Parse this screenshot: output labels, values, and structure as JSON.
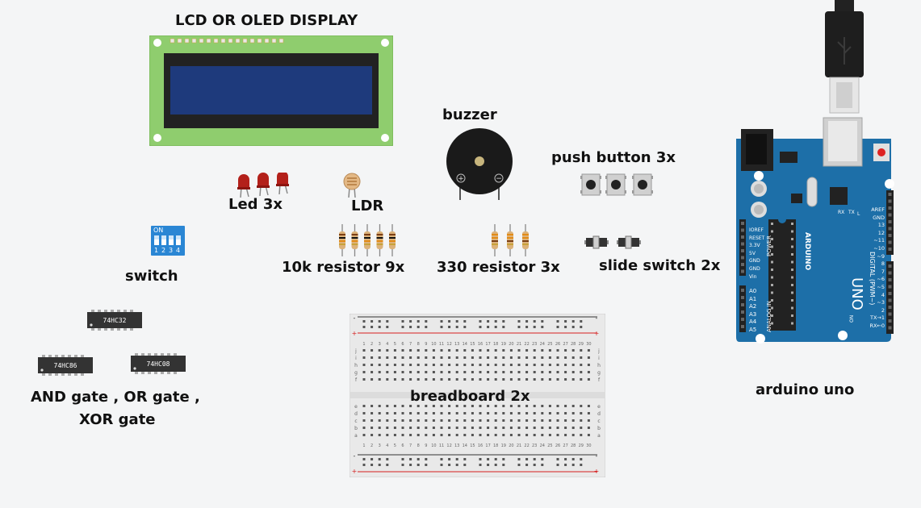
{
  "labels": {
    "lcd": "LCD OR OLED DISPLAY",
    "buzzer": "buzzer",
    "push_button": "push button 3x",
    "led": "Led 3x",
    "ldr": "LDR",
    "switch": "switch",
    "resistor_10k": "10k resistor 9x",
    "resistor_330": "330 resistor 3x",
    "slide_switch": "slide switch 2x",
    "gates_line1": "AND gate , OR gate ,",
    "gates_line2": "XOR gate",
    "breadboard": "breadboard 2x",
    "arduino": "arduino uno"
  },
  "chips": {
    "or_chip": "74HC32",
    "xor_chip": "74HC86",
    "and_chip": "74HC08"
  },
  "dip_switch": {
    "on_text": "ON",
    "positions": [
      "1",
      "2",
      "3",
      "4"
    ]
  },
  "breadboard": {
    "row_letters_top": [
      "j",
      "i",
      "h",
      "g",
      "f"
    ],
    "row_letters_bottom": [
      "e",
      "d",
      "c",
      "b",
      "a"
    ],
    "columns": [
      "1",
      "2",
      "3",
      "4",
      "5",
      "6",
      "7",
      "8",
      "9",
      "10",
      "11",
      "12",
      "13",
      "14",
      "15",
      "16",
      "17",
      "18",
      "19",
      "20",
      "21",
      "22",
      "23",
      "24",
      "25",
      "26",
      "27",
      "28",
      "29",
      "30"
    ],
    "plus": "+",
    "minus": "-"
  },
  "arduino": {
    "brand": "ARDUINO",
    "model": "UNO",
    "digital_label": "DIGITAL (PWM~)",
    "power_label": "POWER",
    "analog_label": "ANALOG IN",
    "on_label": "ON",
    "power_pins": [
      "IOREF",
      "RESET",
      "3.3V",
      "5V",
      "GND",
      "GND",
      "Vin"
    ],
    "analog_pins": [
      "A0",
      "A1",
      "A2",
      "A3",
      "A4",
      "A5"
    ],
    "digital_pins": [
      "AREF",
      "GND",
      "13",
      "12",
      "~11",
      "~10",
      "~9",
      "8",
      "7",
      "~6",
      "~5",
      "4",
      "~3",
      "2",
      "TX→1",
      "RX←0"
    ],
    "tx_label": "TX",
    "rx_label": "RX",
    "l_label": "L"
  },
  "colors": {
    "background": "#f4f5f6",
    "lcd_pcb": "#8fcd6e",
    "lcd_screen": "#1e3a7c",
    "arduino_board": "#1d6fa8",
    "led_red": "#b3201a",
    "breadboard": "#e9e9e9",
    "rail_red": "#d62020",
    "dip_blue": "#2a86d4"
  }
}
